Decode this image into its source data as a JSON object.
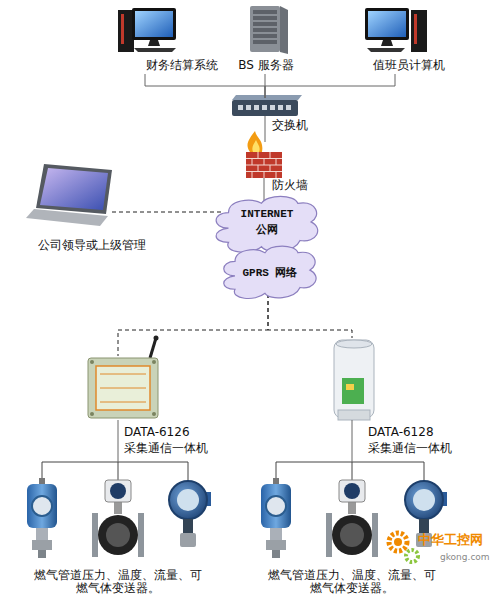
{
  "diagram": {
    "nodes": [
      {
        "text": [
          "财务结算系统"
        ]
      },
      {
        "text": [
          "BS 服务器"
        ]
      },
      {
        "text": [
          "值班员计算机"
        ]
      },
      {
        "text": [
          "交换机"
        ]
      },
      {
        "text": [
          "防火墙"
        ]
      },
      {
        "text": [
          "公司领导或上级管理"
        ]
      },
      {
        "text": [
          "INTERNET 公网"
        ]
      },
      {
        "text": [
          "GPRS 网络"
        ]
      },
      {
        "text": [
          "DATA-6126 采集通信一体机"
        ]
      },
      {
        "text": [
          "DATA-6128 采集通信一体机"
        ]
      },
      {
        "text": [
          "燃气管道压力、温度、流量、可燃气体变送器。"
        ]
      },
      {
        "text": [
          "燃气管道压力、温度、流量、可燃气体变送器。"
        ]
      }
    ],
    "edges": [
      {
        "from": 0,
        "to": 3,
        "arrow": "none"
      },
      {
        "from": 1,
        "to": 3,
        "arrow": "none"
      },
      {
        "from": 2,
        "to": 3,
        "arrow": "none"
      },
      {
        "from": 3,
        "to": 4,
        "arrow": "none"
      },
      {
        "from": 4,
        "to": 6,
        "arrow": "none"
      },
      {
        "from": 5,
        "to": 6,
        "arrow": "none"
      },
      {
        "from": 7,
        "to": 8,
        "arrow": "none"
      },
      {
        "from": 7,
        "to": 9,
        "arrow": "none"
      },
      {
        "from": 8,
        "to": 10,
        "arrow": "none"
      },
      {
        "from": 9,
        "to": 11,
        "arrow": "none"
      }
    ],
    "labels": [
      "中华工控网",
      "gkong.com"
    ]
  }
}
